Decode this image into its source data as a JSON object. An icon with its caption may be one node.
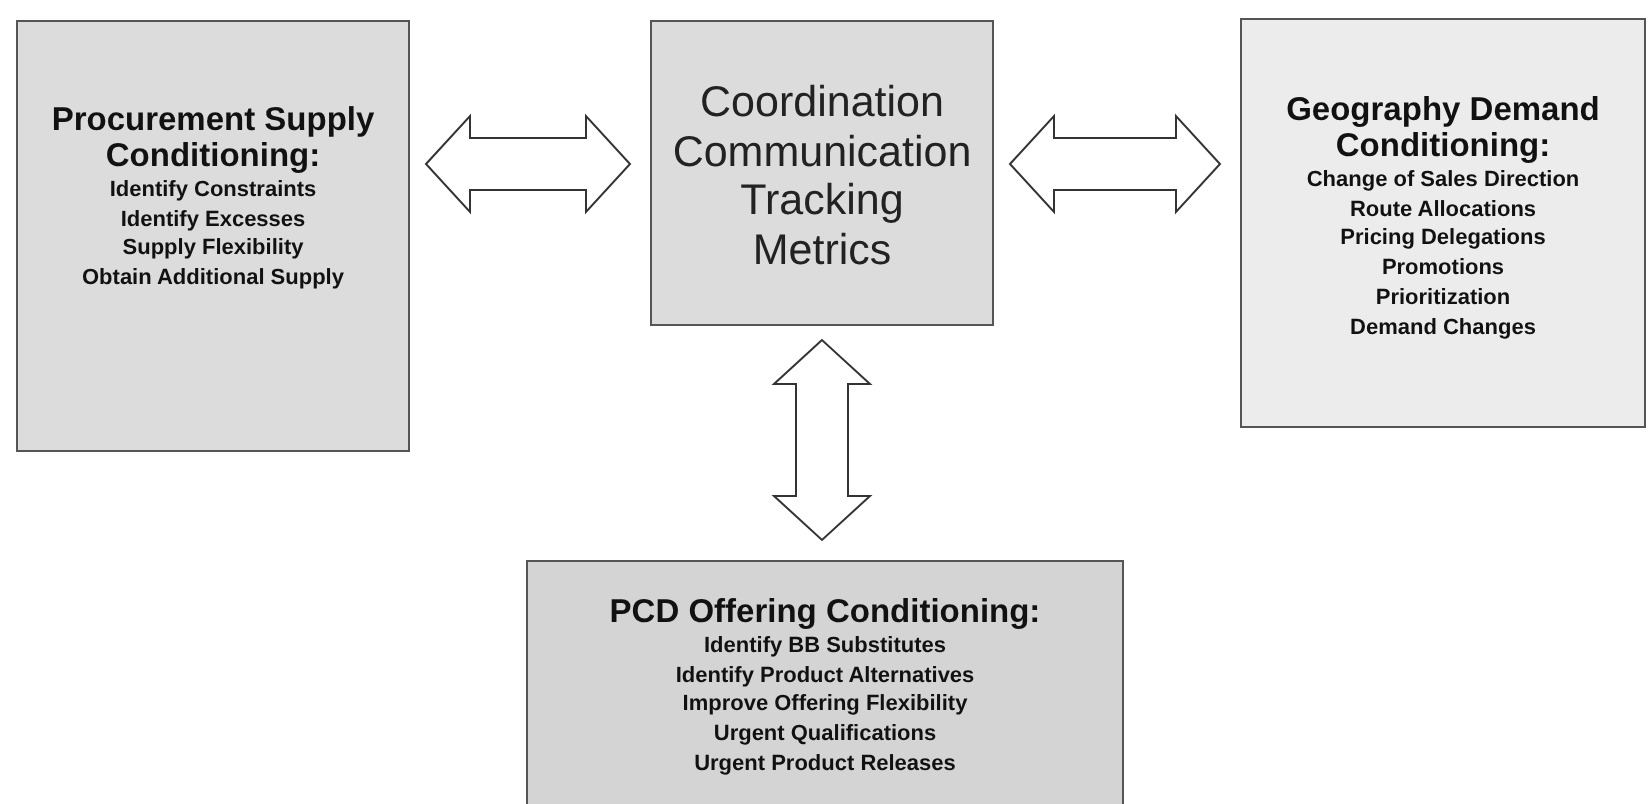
{
  "diagram": {
    "nodes": [
      {
        "text": [
          "Procurement Supply Conditioning:",
          "Identify Constraints",
          "Identify Excesses",
          "Supply Flexibility",
          "Obtain Additional Supply"
        ]
      },
      {
        "text": [
          "Coordination",
          "Communication",
          "Tracking",
          "Metrics"
        ]
      },
      {
        "text": [
          "Geography Demand Conditioning:",
          "Change of Sales Direction",
          "Route Allocations",
          "Pricing Delegations",
          "Promotions",
          "Prioritization",
          "Demand Changes"
        ]
      },
      {
        "text": [
          "PCD Offering Conditioning:",
          "Identify BB Substitutes",
          "Identify Product Alternatives",
          "Improve Offering Flexibility",
          "Urgent Qualifications",
          "Urgent Product Releases"
        ]
      }
    ],
    "edges": [
      {
        "from": 0,
        "to": 1,
        "arrow": "both"
      },
      {
        "from": 1,
        "to": 2,
        "arrow": "both"
      },
      {
        "from": 1,
        "to": 3,
        "arrow": "both"
      }
    ]
  }
}
